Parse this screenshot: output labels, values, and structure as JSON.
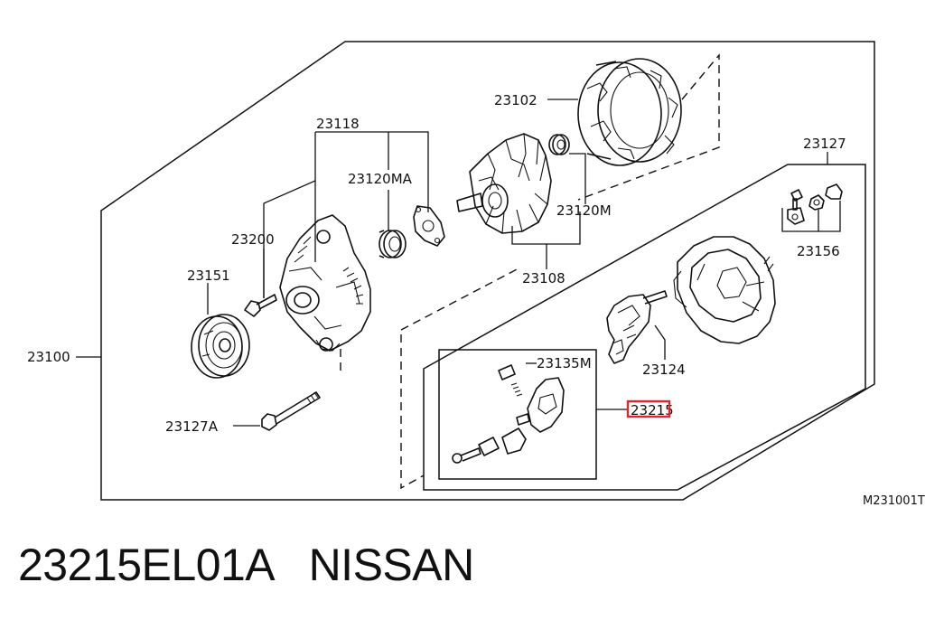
{
  "callouts": {
    "p23102": "23102",
    "p23118": "23118",
    "p23120MA": "23120MA",
    "p23200": "23200",
    "p23120M": "23120M",
    "p23127": "23127",
    "p23151": "23151",
    "p23108": "23108",
    "p23156": "23156",
    "p23100": "23100",
    "p23135M": "23135M",
    "p23124": "23124",
    "p23215": "23215",
    "p23127A": "23127A"
  },
  "diagram_ref": "M231001T",
  "caption": {
    "part_number": "23215EL01A",
    "brand": "NISSAN",
    "text": "23215EL01A   NISSAN"
  },
  "highlight": {
    "target": "23215",
    "color": "#e0262b"
  }
}
